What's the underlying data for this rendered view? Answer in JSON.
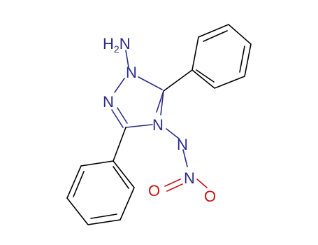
{
  "atoms": {
    "amine_h": "H",
    "amine_h_sub": "2",
    "amine_n": "N",
    "ring_n1": "N",
    "ring_n3": "N",
    "ring_n4": "N",
    "imine_n": "N",
    "nitro_n": "N",
    "nitro_o_left": "O",
    "nitro_o_right": "O"
  },
  "colors": {
    "bond": "#000000",
    "nitrogen": "#2b2b8c",
    "oxygen": "#cc1111",
    "background": "#ffffff"
  }
}
